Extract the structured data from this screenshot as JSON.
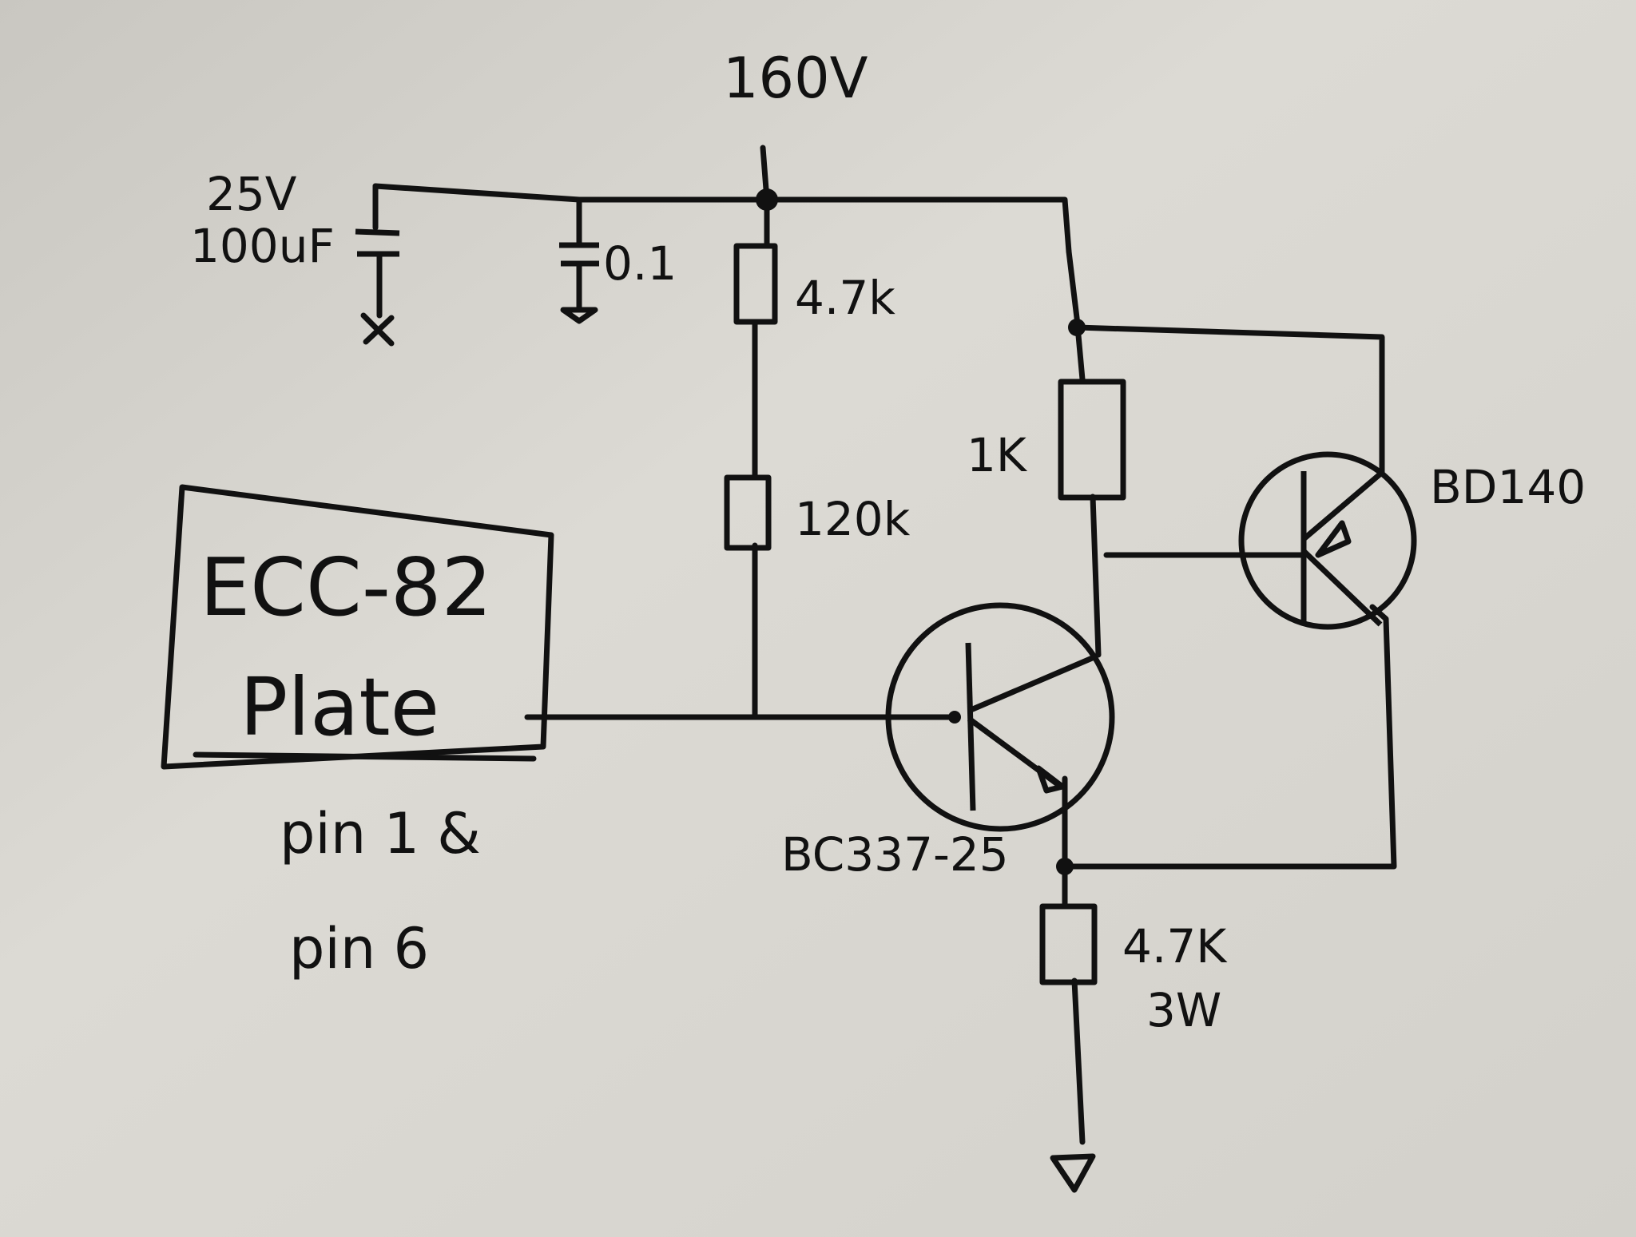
{
  "diagram": {
    "supply": {
      "label": "160V"
    },
    "capacitors": [
      {
        "voltage": "25V",
        "value": "100uF"
      },
      {
        "value": "0.1"
      }
    ],
    "resistors": [
      {
        "value": "4.7k"
      },
      {
        "value": "120k"
      },
      {
        "value": "1K"
      },
      {
        "value": "4.7K",
        "rating": "3W"
      }
    ],
    "transistors": [
      {
        "part": "BD140"
      },
      {
        "part": "BC337-25"
      }
    ],
    "tube": {
      "name": "ECC-82",
      "node": "Plate",
      "pins_line1": "pin 1 &",
      "pins_line2": "pin 6"
    }
  }
}
